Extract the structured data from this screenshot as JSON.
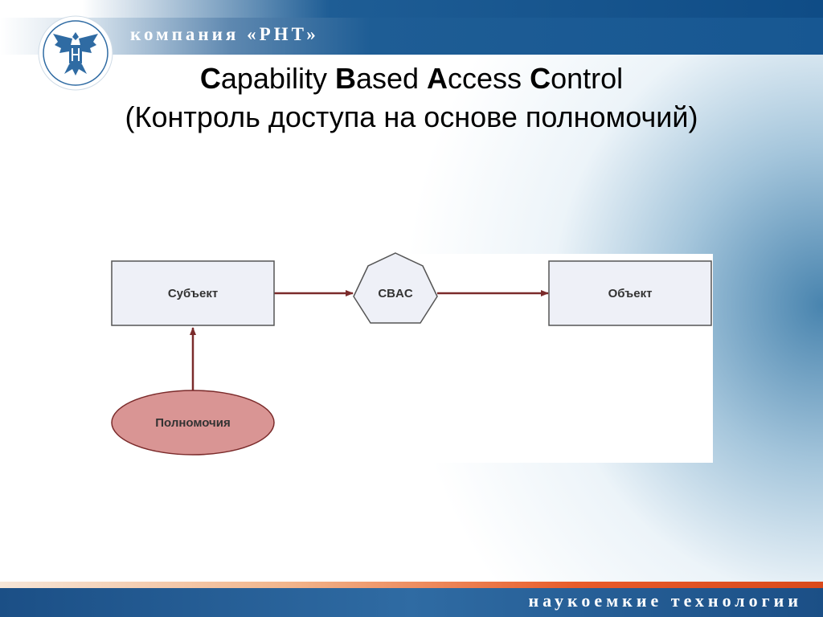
{
  "header": {
    "company_name": "компания «РНТ»"
  },
  "title": {
    "line1": [
      {
        "bold": "C",
        "rest": "apability "
      },
      {
        "bold": "B",
        "rest": "ased "
      },
      {
        "bold": "A",
        "rest": "ccess "
      },
      {
        "bold": "C",
        "rest": "ontrol"
      }
    ],
    "line2": "(Контроль доступа на основе полномочий)"
  },
  "diagram": {
    "subject_label": "Субъект",
    "cbac_label": "CBAC",
    "object_label": "Объект",
    "capabilities_label": "Полномочия",
    "colors": {
      "box_fill": "#eef0f7",
      "box_stroke": "#555555",
      "arrow": "#7b2b2b",
      "ellipse_fill": "#d99594",
      "ellipse_stroke": "#7b2b2b"
    }
  },
  "footer": {
    "slogan": "наукоемкие технологии"
  }
}
